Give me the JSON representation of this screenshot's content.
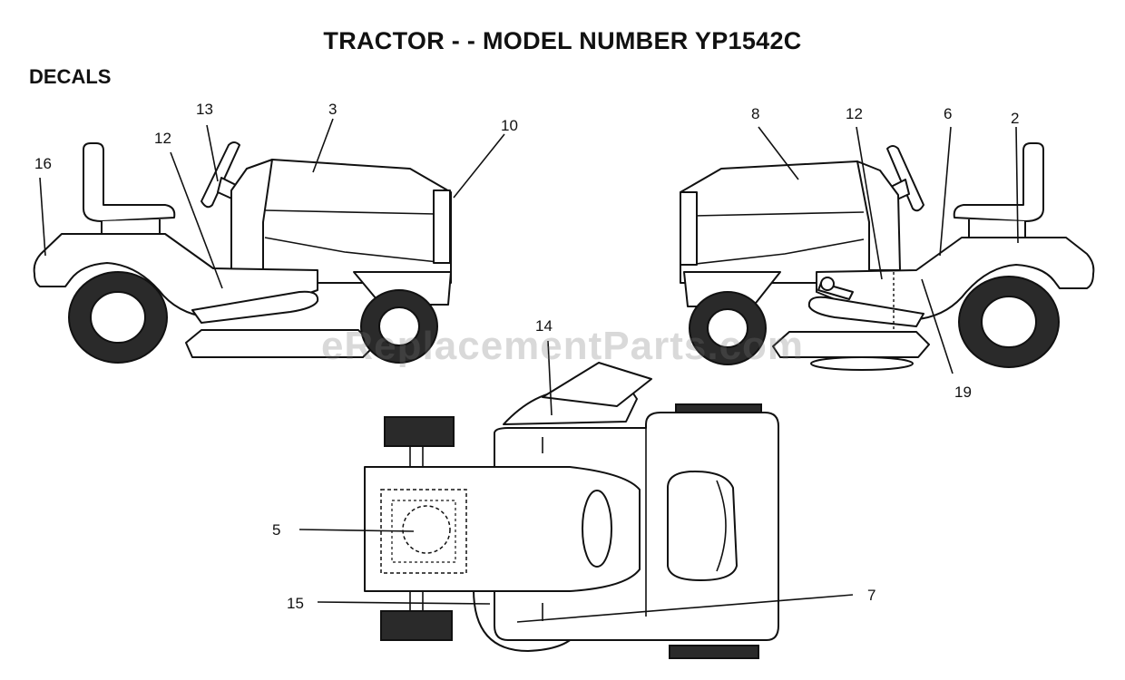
{
  "title": "TRACTOR - - MODEL NUMBER YP1542C",
  "section": "DECALS",
  "watermark": "eReplacementParts.com",
  "callouts": {
    "c16": "16",
    "c13": "13",
    "c12a": "12",
    "c3": "3",
    "c10": "10",
    "c8": "8",
    "c12b": "12",
    "c6": "6",
    "c2": "2",
    "c19": "19",
    "c14": "14",
    "c5": "5",
    "c15": "15",
    "c7": "7"
  }
}
